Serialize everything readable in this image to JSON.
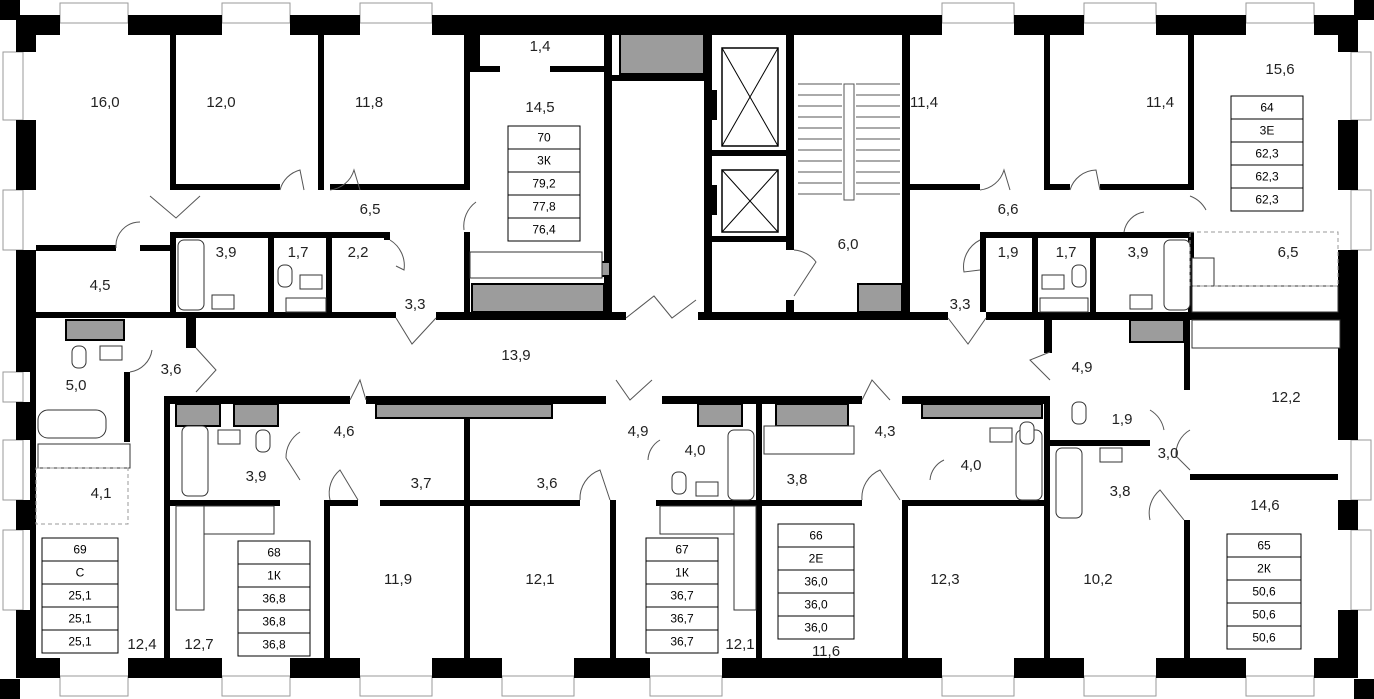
{
  "room_areas": [
    "16,0",
    "12,0",
    "11,8",
    "1,4",
    "14,5",
    "11,4",
    "11,4",
    "15,6",
    "6,5",
    "6,6",
    "3,9",
    "1,7",
    "2,2",
    "4,5",
    "3,3",
    "6,0",
    "1,9",
    "1,7",
    "3,9",
    "6,5",
    "3,3",
    "13,9",
    "3,6",
    "5,0",
    "4,6",
    "4,9",
    "4,3",
    "4,9",
    "12,2",
    "1,9",
    "3,9",
    "3,7",
    "3,6",
    "4,0",
    "3,8",
    "4,0",
    "3,0",
    "3,8",
    "4,1",
    "14,6",
    "11,9",
    "12,1",
    "12,3",
    "10,2",
    "12,4",
    "12,7",
    "12,1",
    "11,6"
  ],
  "apartments": [
    {
      "number": "70",
      "type": "3К",
      "area_a": "79,2",
      "area_b": "77,8",
      "area_c": "76,4"
    },
    {
      "number": "64",
      "type": "3Е",
      "area_a": "62,3",
      "area_b": "62,3",
      "area_c": "62,3"
    },
    {
      "number": "69",
      "type": "С",
      "area_a": "25,1",
      "area_b": "25,1",
      "area_c": "25,1"
    },
    {
      "number": "68",
      "type": "1К",
      "area_a": "36,8",
      "area_b": "36,8",
      "area_c": "36,8"
    },
    {
      "number": "67",
      "type": "1К",
      "area_a": "36,7",
      "area_b": "36,7",
      "area_c": "36,7"
    },
    {
      "number": "66",
      "type": "2Е",
      "area_a": "36,0",
      "area_b": "36,0",
      "area_c": "36,0"
    },
    {
      "number": "65",
      "type": "2К",
      "area_a": "50,6",
      "area_b": "50,6",
      "area_c": "50,6"
    }
  ]
}
